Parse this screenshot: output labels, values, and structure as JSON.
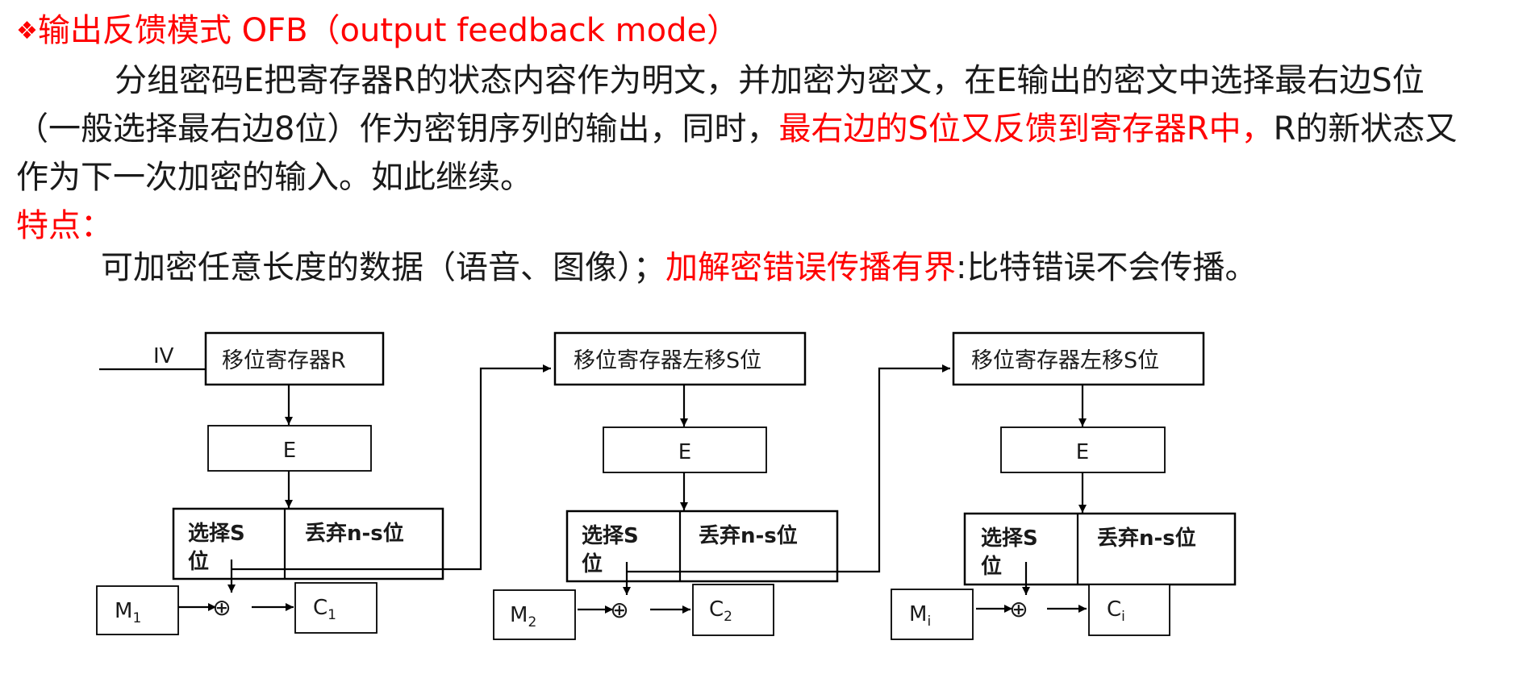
{
  "heading": {
    "bullet": "❖",
    "text": "输出反馈模式 OFB（output  feedback  mode）"
  },
  "paragraph": {
    "line1": "分组密码E把寄存器R的状态内容作为明文，并加密为密文，在E输出的密文中选择最右边S位",
    "line2_a": "（一般选择最右边8位）作为密钥序列的输出，同时，",
    "line2_red": "最右边的S位又反馈到寄存器R中，",
    "line2_b": "R的新状态又",
    "line3": "作为下一次加密的输入。如此继续。"
  },
  "features": {
    "label": "特点：",
    "text_a": "可加密任意长度的数据（语音、图像）；",
    "text_red": "加解密错误传播有界",
    "text_b": ":比特错误不会传播。"
  },
  "diagram": {
    "iv": "IV",
    "reg1": "移位寄存器R",
    "reg2": "移位寄存器左移S位",
    "reg3": "移位寄存器左移S位",
    "encrypt": "E",
    "select_line1": "选择S",
    "select_line2": "位",
    "discard": "丢弃n-s位",
    "xor": "⊕",
    "m1": "M",
    "m1_sub": "1",
    "c1": "C",
    "c1_sub": "1",
    "m2": "M",
    "m2_sub": "2",
    "c2": "C",
    "c2_sub": "2",
    "mi": "M",
    "mi_sub": "i",
    "ci": "C",
    "ci_sub": "i"
  },
  "colors": {
    "accent": "#ff0000",
    "text": "#1a1a1a"
  }
}
